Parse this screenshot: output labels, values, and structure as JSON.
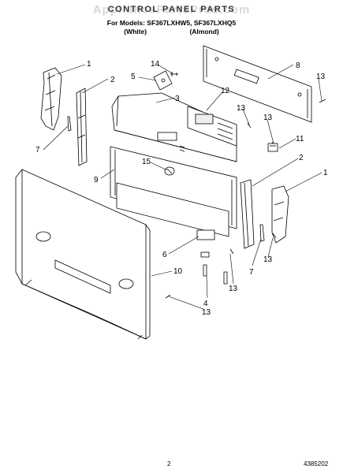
{
  "header": {
    "watermark": "AppliancePartsPros.com",
    "title": "CONTROL PANEL PARTS",
    "models_line": "For Models: SF367LXHW5, SF367LXHQ5",
    "color_left": "(White)",
    "color_right": "(Almond)"
  },
  "callouts": [
    "1",
    "2",
    "14",
    "5",
    "3",
    "8",
    "13",
    "12",
    "13",
    "13",
    "11",
    "7",
    "9",
    "15",
    "2",
    "1",
    "7",
    "6",
    "13",
    "13",
    "10",
    "4",
    "13"
  ],
  "footer": {
    "page_number": "2",
    "doc_number": "4385202"
  }
}
